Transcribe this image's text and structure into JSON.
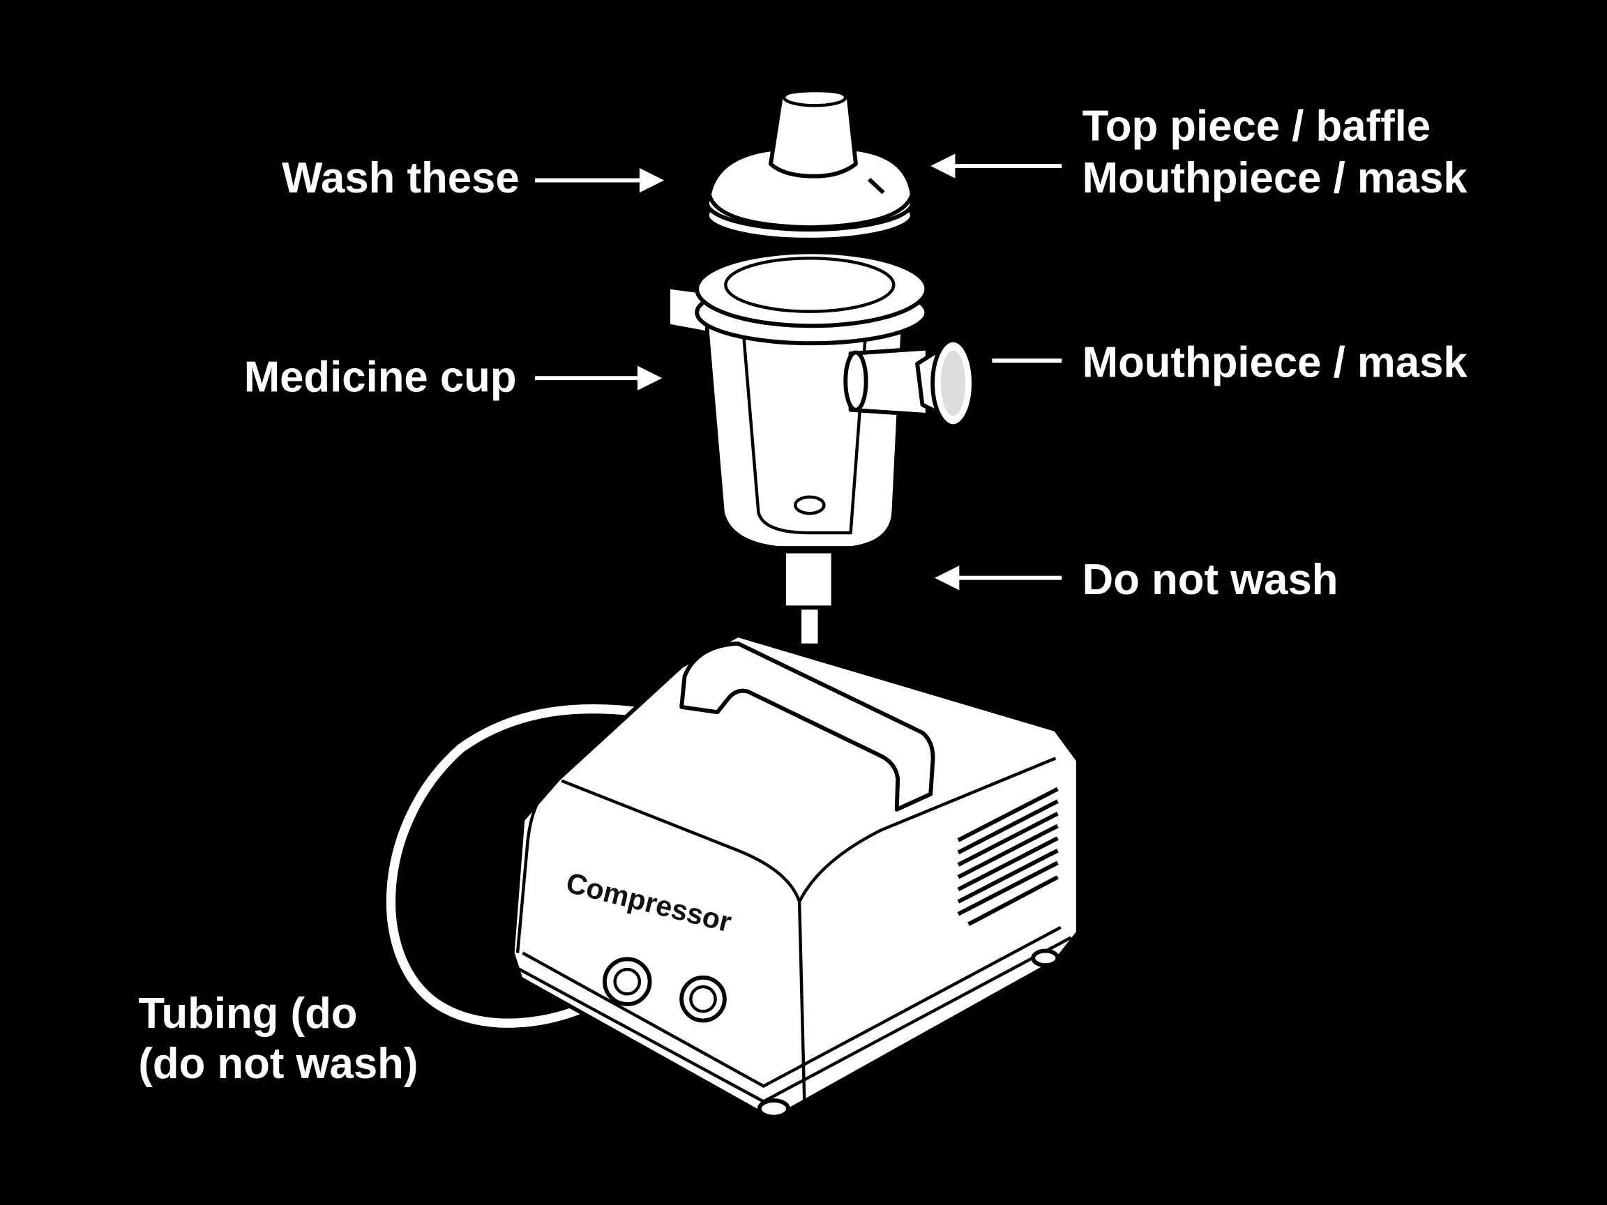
{
  "labels": {
    "wash_these": "Wash these",
    "medicine_cup": "Medicine cup",
    "top_piece": "Top piece / baffle",
    "mouthpiece_top": "Mouthpiece / mask",
    "mouthpiece_side": "Mouthpiece / mask",
    "do_not_wash": "Do not wash",
    "tubing_line1": "Tubing (do",
    "tubing_line2": "(do not wash)"
  },
  "device": {
    "compressor_label": "Compressor"
  },
  "colors": {
    "background": "#000000",
    "text": "#ffffff",
    "device_fill": "#ffffff",
    "outline": "#000000"
  }
}
